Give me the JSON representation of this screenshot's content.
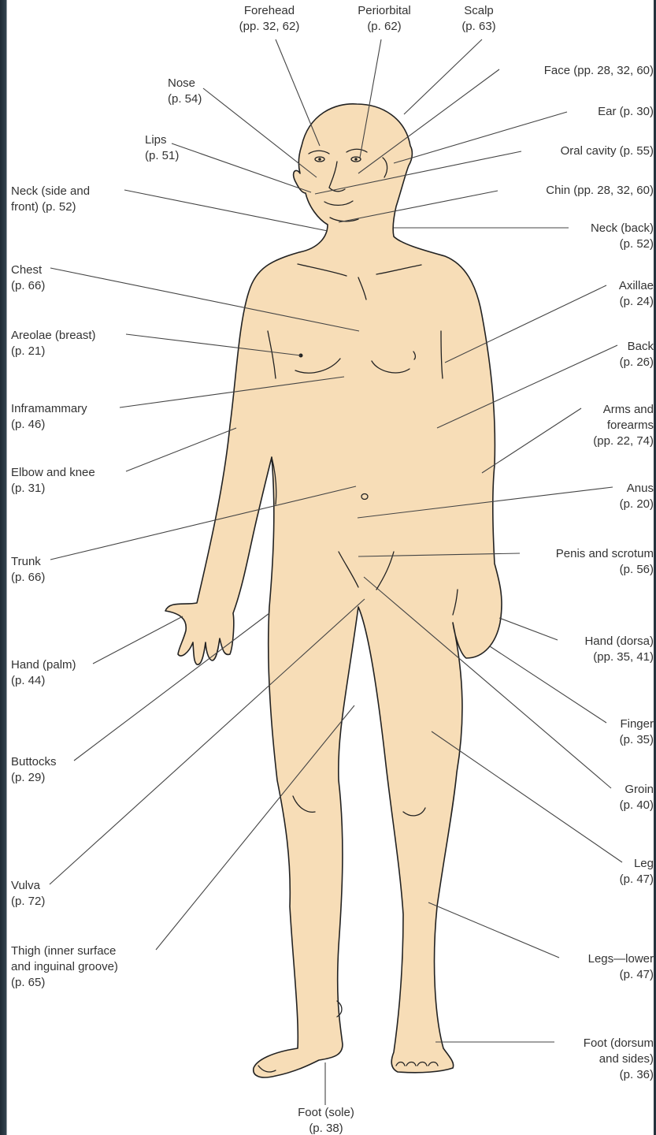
{
  "labels": {
    "forehead": {
      "name": "Forehead",
      "ref": "(pp. 32, 62)"
    },
    "periorbital": {
      "name": "Periorbital",
      "ref": "(p. 62)"
    },
    "scalp": {
      "name": "Scalp",
      "ref": "(p. 63)"
    },
    "nose": {
      "name": "Nose",
      "ref": "(p. 54)"
    },
    "lips": {
      "name": "Lips",
      "ref": "(p. 51)"
    },
    "neck_side": {
      "name": "Neck (side and",
      "ref": "front) (p. 52)"
    },
    "chest": {
      "name": "Chest",
      "ref": "(p. 66)"
    },
    "areolae": {
      "name": "Areolae (breast)",
      "ref": "(p. 21)"
    },
    "inframammary": {
      "name": "Inframammary",
      "ref": "(p. 46)"
    },
    "elbow": {
      "name": "Elbow and knee",
      "ref": "(p. 31)"
    },
    "trunk": {
      "name": "Trunk",
      "ref": "(p. 66)"
    },
    "hand_palm": {
      "name": "Hand (palm)",
      "ref": "(p. 44)"
    },
    "buttocks": {
      "name": "Buttocks",
      "ref": "(p. 29)"
    },
    "vulva": {
      "name": "Vulva",
      "ref": "(p. 72)"
    },
    "thigh": {
      "name": "Thigh (inner surface",
      "name2": "and inguinal groove)",
      "ref": "(p. 65)"
    },
    "face": {
      "name": "Face (pp. 28, 32, 60)"
    },
    "ear": {
      "name": "Ear (p. 30)"
    },
    "oral": {
      "name": "Oral cavity (p. 55)"
    },
    "chin": {
      "name": "Chin (pp. 28, 32, 60)"
    },
    "neck_back": {
      "name": "Neck (back)",
      "ref": "(p. 52)"
    },
    "axillae": {
      "name": "Axillae",
      "ref": "(p. 24)"
    },
    "back": {
      "name": "Back",
      "ref": "(p. 26)"
    },
    "arms": {
      "name": "Arms and",
      "name2": "forearms",
      "ref": "(pp. 22, 74)"
    },
    "anus": {
      "name": "Anus",
      "ref": "(p. 20)"
    },
    "penis": {
      "name": "Penis and scrotum",
      "ref": "(p. 56)"
    },
    "hand_dorsa": {
      "name": "Hand (dorsa)",
      "ref": "(pp. 35, 41)"
    },
    "finger": {
      "name": "Finger",
      "ref": "(p. 35)"
    },
    "groin": {
      "name": "Groin",
      "ref": "(p. 40)"
    },
    "leg": {
      "name": "Leg",
      "ref": "(p. 47)"
    },
    "legs_lower": {
      "name": "Legs—lower",
      "ref": "(p. 47)"
    },
    "foot_dorsum": {
      "name": "Foot (dorsum",
      "name2": "and sides)",
      "ref": "(p. 36)"
    },
    "foot_sole": {
      "name": "Foot (sole)",
      "ref": "(p. 38)"
    }
  },
  "colors": {
    "skin": "#f7ddb7",
    "outline": "#222222",
    "leader": "#444444",
    "frame": "#2b3a47"
  }
}
